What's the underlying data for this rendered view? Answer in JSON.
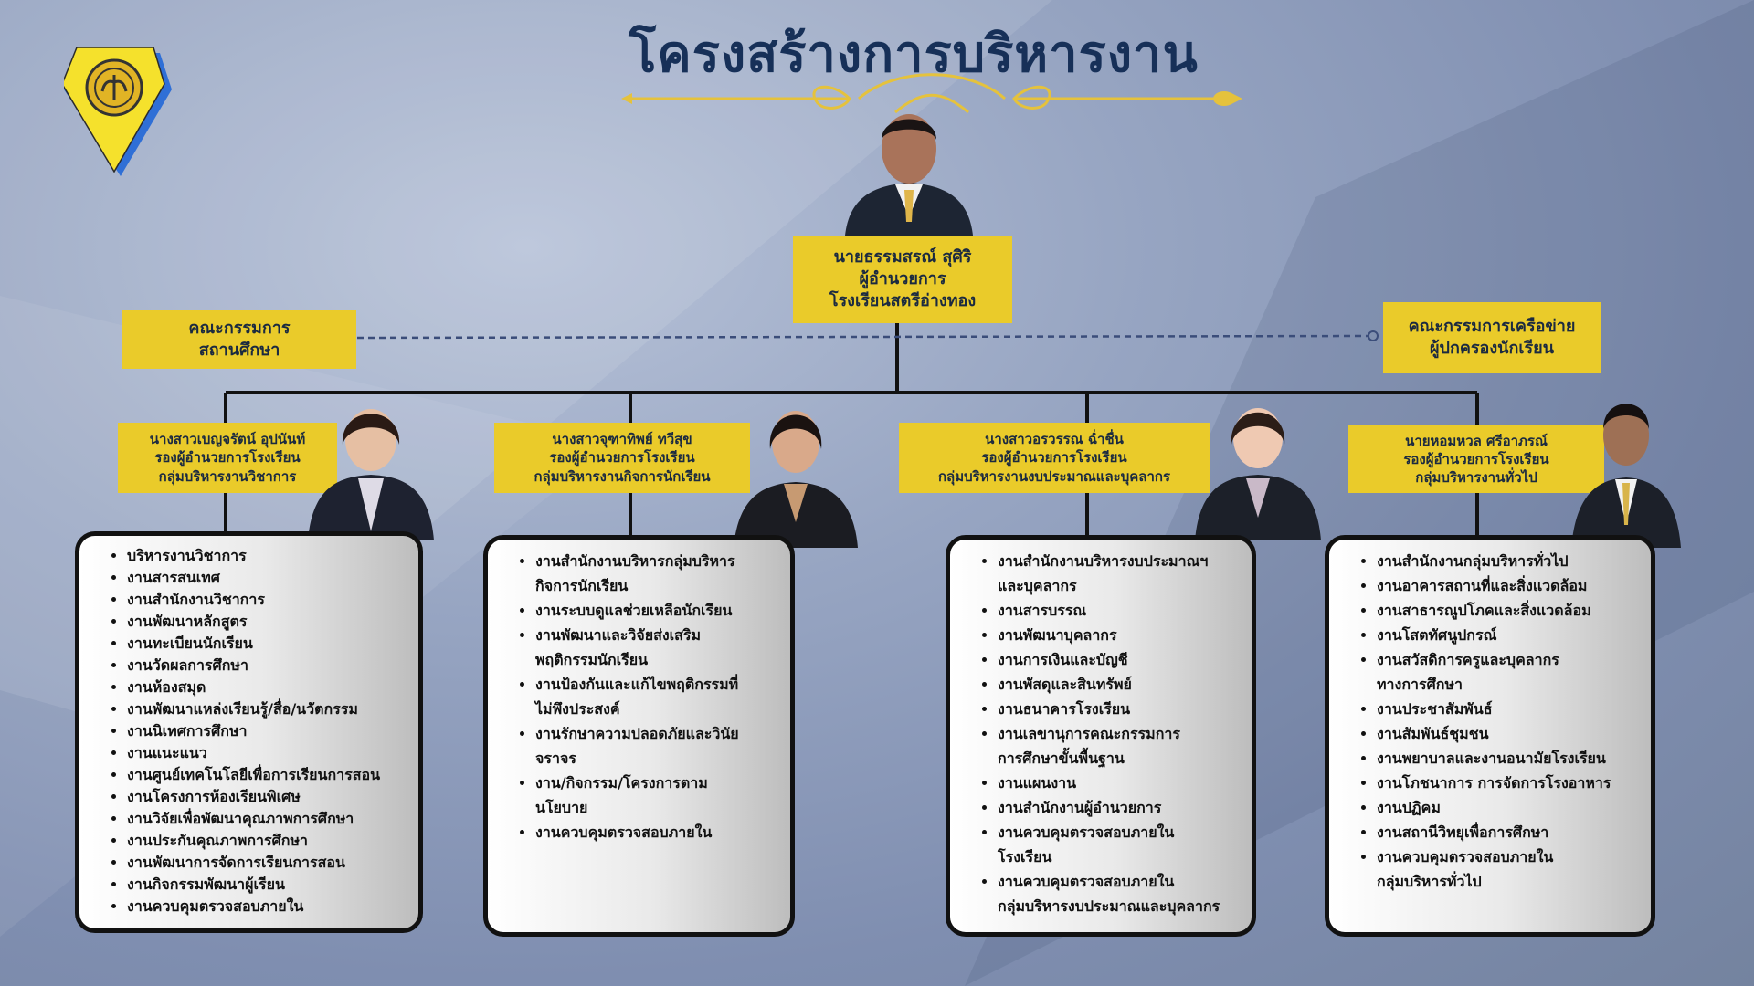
{
  "title": "โครงสร้างการบริหารงาน",
  "colors": {
    "accent_yellow": "#eacb2a",
    "title_navy": "#173058",
    "background": "#8795b5"
  },
  "director": {
    "lines": [
      "นายธรรมสรณ์  สุศิริ",
      "ผู้อำนวยการ",
      "โรงเรียนสตรีอ่างทอง"
    ]
  },
  "left_committee": {
    "lines": [
      "คณะกรรมการ",
      "สถานศึกษา"
    ]
  },
  "right_committee": {
    "lines": [
      "คณะกรรมการเครือข่าย",
      "ผู้ปกครองนักเรียน"
    ]
  },
  "deputies": [
    {
      "lines": [
        "นางสาวเบญจรัตน์ อุปนันท์",
        "รองผู้อำนวยการโรงเรียน",
        "กลุ่มบริหารงานวิชาการ"
      ]
    },
    {
      "lines": [
        "นางสาวจุฑาทิพย์ ทวีสุข",
        "รองผู้อำนวยการโรงเรียน",
        "กลุ่มบริหารงานกิจการนักเรียน"
      ]
    },
    {
      "lines": [
        "นางสาวอรวรรณ ฉ่ำชื่น",
        "รองผู้อำนวยการโรงเรียน",
        "กลุ่มบริหารงานงบประมาณและบุคลากร"
      ]
    },
    {
      "lines": [
        "นายหอมหวล ศรีอาภรณ์",
        "รองผู้อำนวยการโรงเรียน",
        "กลุ่มบริหารงานทั่วไป"
      ]
    }
  ],
  "task_lists": [
    {
      "items": [
        "บริหารงานวิชาการ",
        "งานสารสนเทศ",
        "งานสำนักงานวิชาการ",
        "งานพัฒนาหลักสูตร",
        "งานทะเบียนนักเรียน",
        "งานวัดผลการศึกษา",
        "งานห้องสมุด",
        "งานพัฒนาแหล่งเรียนรู้/สื่อ/นวัตกรรม",
        "งานนิเทศการศึกษา",
        "งานแนะแนว",
        "งานศูนย์เทคโนโลยีเพื่อการเรียนการสอน",
        "งานโครงการห้องเรียนพิเศษ",
        "งานวิจัยเพื่อพัฒนาคุณภาพการศึกษา",
        "งานประกันคุณภาพการศึกษา",
        "งานพัฒนาการจัดการเรียนการสอน",
        "งานกิจกรรมพัฒนาผู้เรียน",
        "งานควบคุมตรวจสอบภายใน"
      ]
    },
    {
      "items": [
        "งานสำนักงานบริหารกลุ่มบริหาร\nกิจการนักเรียน",
        "งานระบบดูแลช่วยเหลือนักเรียน",
        "งานพัฒนาและวิจัยส่งเสริม\nพฤติกรรมนักเรียน",
        "งานป้องกันและแก้ไขพฤติกรรมที่\nไม่พึงประสงค์",
        "งานรักษาความปลอดภัยและวินัย\nจราจร",
        "งาน/กิจกรรม/โครงการตาม\nนโยบาย",
        "งานควบคุมตรวจสอบภายใน"
      ]
    },
    {
      "items": [
        "งานสำนักงานบริหารงบประมาณฯ\nและบุคลากร",
        "งานสารบรรณ",
        "งานพัฒนาบุคลากร",
        "งานการเงินและบัญชี",
        "งานพัสดุและสินทรัพย์",
        "งานธนาคารโรงเรียน",
        "งานเลขานุการคณะกรรมการ\n การศึกษาขั้นพื้นฐาน",
        "งานแผนงาน",
        "งานสำนักงานผู้อำนวยการ",
        "งานควบคุมตรวจสอบภายใน\nโรงเรียน",
        "งานควบคุมตรวจสอบภายใน\nกลุ่มบริหารงบประมาณและบุคลากร"
      ]
    },
    {
      "items": [
        "งานสำนักงานกลุ่มบริหารทั่วไป",
        "งานอาคารสถานที่และสิ่งแวดล้อม",
        "งานสาธารณูปโภคและสิ่งแวดล้อม",
        "งานโสตทัศนูปกรณ์",
        "งานสวัสดิการครูและบุคลากร\nทางการศึกษา",
        "งานประชาสัมพันธ์",
        "งานสัมพันธ์ชุมชน",
        "งานพยาบาลและงานอนามัยโรงเรียน",
        "งานโภชนาการ การจัดการโรงอาหาร",
        "งานปฏิคม",
        "งานสถานีวิทยุเพื่อการศึกษา",
        "งานควบคุมตรวจสอบภายใน\nกลุ่มบริหารทั่วไป"
      ]
    }
  ]
}
